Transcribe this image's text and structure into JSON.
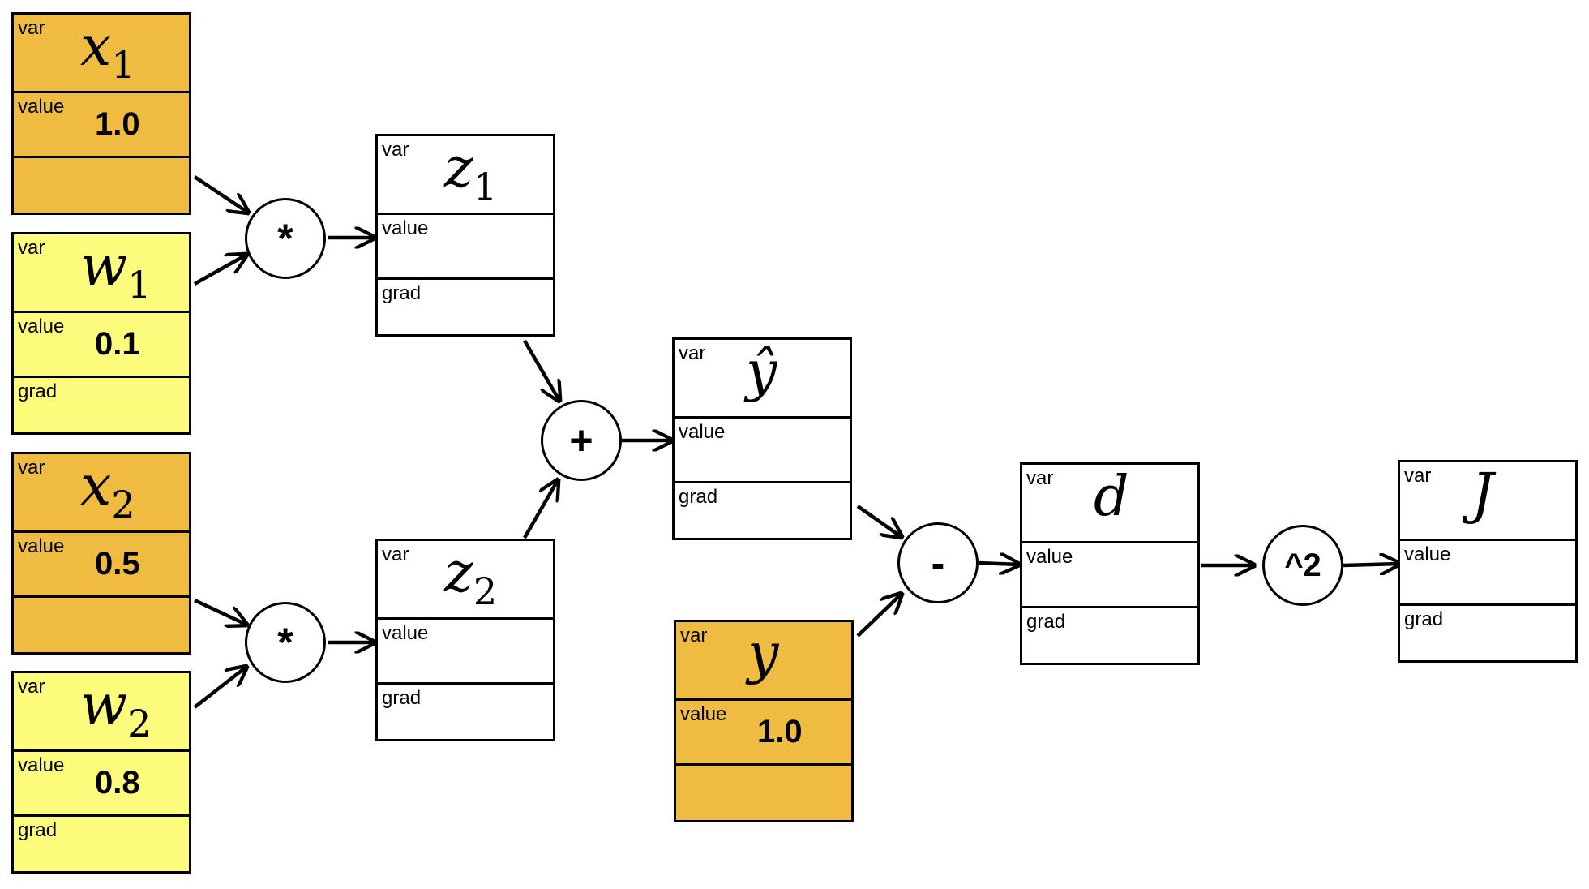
{
  "labels": {
    "var": "var",
    "value": "value",
    "grad": "grad"
  },
  "nodes": {
    "x1": {
      "name": "x",
      "sub": "1",
      "value": "1.0"
    },
    "w1": {
      "name": "w",
      "sub": "1",
      "value": "0.1"
    },
    "x2": {
      "name": "x",
      "sub": "2",
      "value": "0.5"
    },
    "w2": {
      "name": "w",
      "sub": "2",
      "value": "0.8"
    },
    "z1": {
      "name": "z",
      "sub": "1"
    },
    "z2": {
      "name": "z",
      "sub": "2"
    },
    "yhat": {
      "name": "ŷ"
    },
    "y": {
      "name": "y",
      "value": "1.0"
    },
    "d": {
      "name": "d"
    },
    "J": {
      "name": "J"
    }
  },
  "ops": {
    "mul1": "*",
    "mul2": "*",
    "add": "+",
    "sub": "-",
    "pow": "^2"
  },
  "colors": {
    "constant": "#f0bb41",
    "parameter": "#fefc7d",
    "computed": "#ffffff"
  }
}
